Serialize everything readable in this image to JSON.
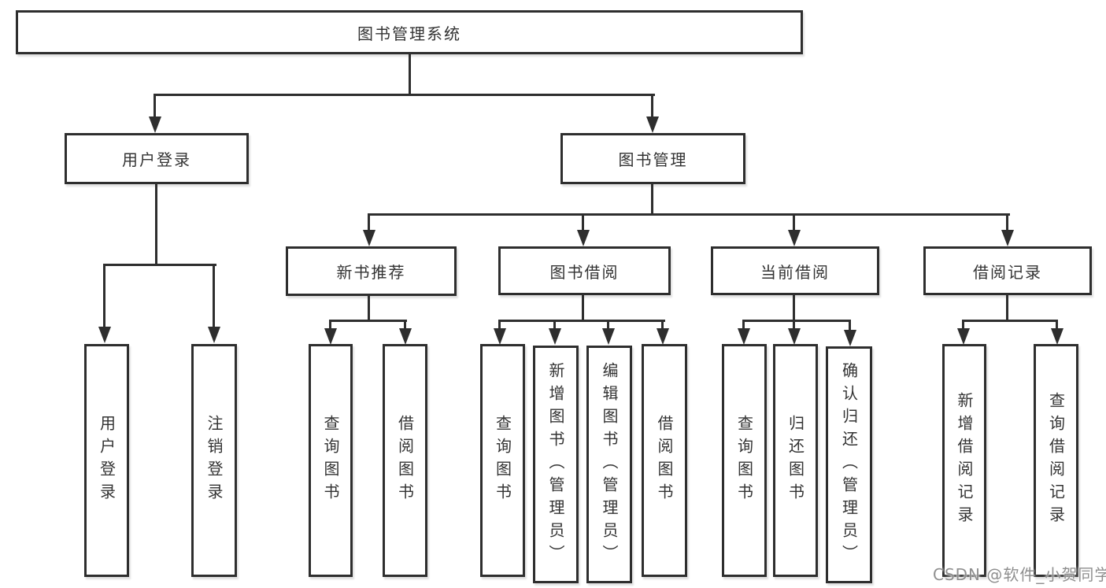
{
  "diagram": {
    "root": {
      "label": "图书管理系统",
      "children": [
        {
          "label": "用户登录",
          "children": [
            {
              "label": "用户登录"
            },
            {
              "label": "注销登录"
            }
          ]
        },
        {
          "label": "图书管理",
          "children": [
            {
              "label": "新书推荐",
              "children": [
                {
                  "label": "查询图书"
                },
                {
                  "label": "借阅图书"
                }
              ]
            },
            {
              "label": "图书借阅",
              "children": [
                {
                  "label": "查询图书"
                },
                {
                  "label": "新增图书（管理员）"
                },
                {
                  "label": "编辑图书（管理员）"
                },
                {
                  "label": "借阅图书"
                }
              ]
            },
            {
              "label": "当前借阅",
              "children": [
                {
                  "label": "查询图书"
                },
                {
                  "label": "归还图书"
                },
                {
                  "label": "确认归还（管理员）"
                }
              ]
            },
            {
              "label": "借阅记录",
              "children": [
                {
                  "label": "新增借阅记录"
                },
                {
                  "label": "查询借阅记录"
                }
              ]
            }
          ]
        }
      ]
    },
    "line_color": "#2e2e2e",
    "watermark": "CSDN @软件_小贺同学"
  }
}
